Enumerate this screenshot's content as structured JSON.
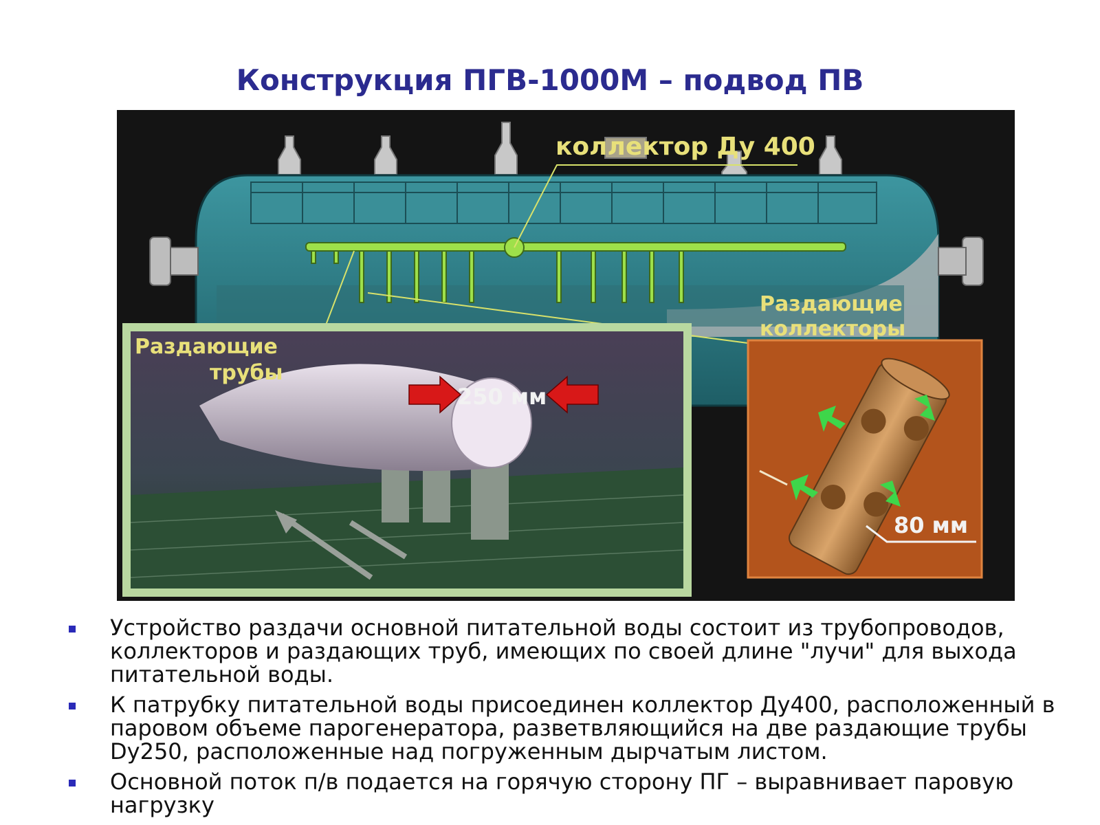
{
  "slide": {
    "title": "Конструкция ПГВ-1000М – подвод ПВ"
  },
  "figure": {
    "labels": {
      "collector": "коллектор Ду 400",
      "distributing_collectors_line1": "Раздающие",
      "distributing_collectors_line2": "коллекторы",
      "distributing_pipes_line1": "Раздающие",
      "distributing_pipes_line2": "трубы",
      "pipe_diameter": "250 мм",
      "hole_size": "80 мм"
    },
    "colors": {
      "vessel": "#2c7c84",
      "collector_pipe": "#9ee04a",
      "label_yellow": "#e8e07a",
      "inset_frame": "#7cb86a",
      "detail_panel": "#b3541c",
      "arrow_red": "#d81818",
      "arrow_green": "#3ed64a"
    }
  },
  "bullets": [
    "Устройство раздачи основной питательной воды состоит из трубопроводов, коллекторов и раздающих труб, имеющих по своей длине \"лучи\" для выхода питательной воды.",
    "К патрубку питательной воды присоединен коллектор Ду400, расположенный в паровом объеме парогенератора, разветвляющийся на две раздающие трубы Dy250, расположенные над погруженным дырчатым листом.",
    "Основной поток п/в подается на горячую сторону ПГ – выравнивает паровую нагрузку"
  ]
}
